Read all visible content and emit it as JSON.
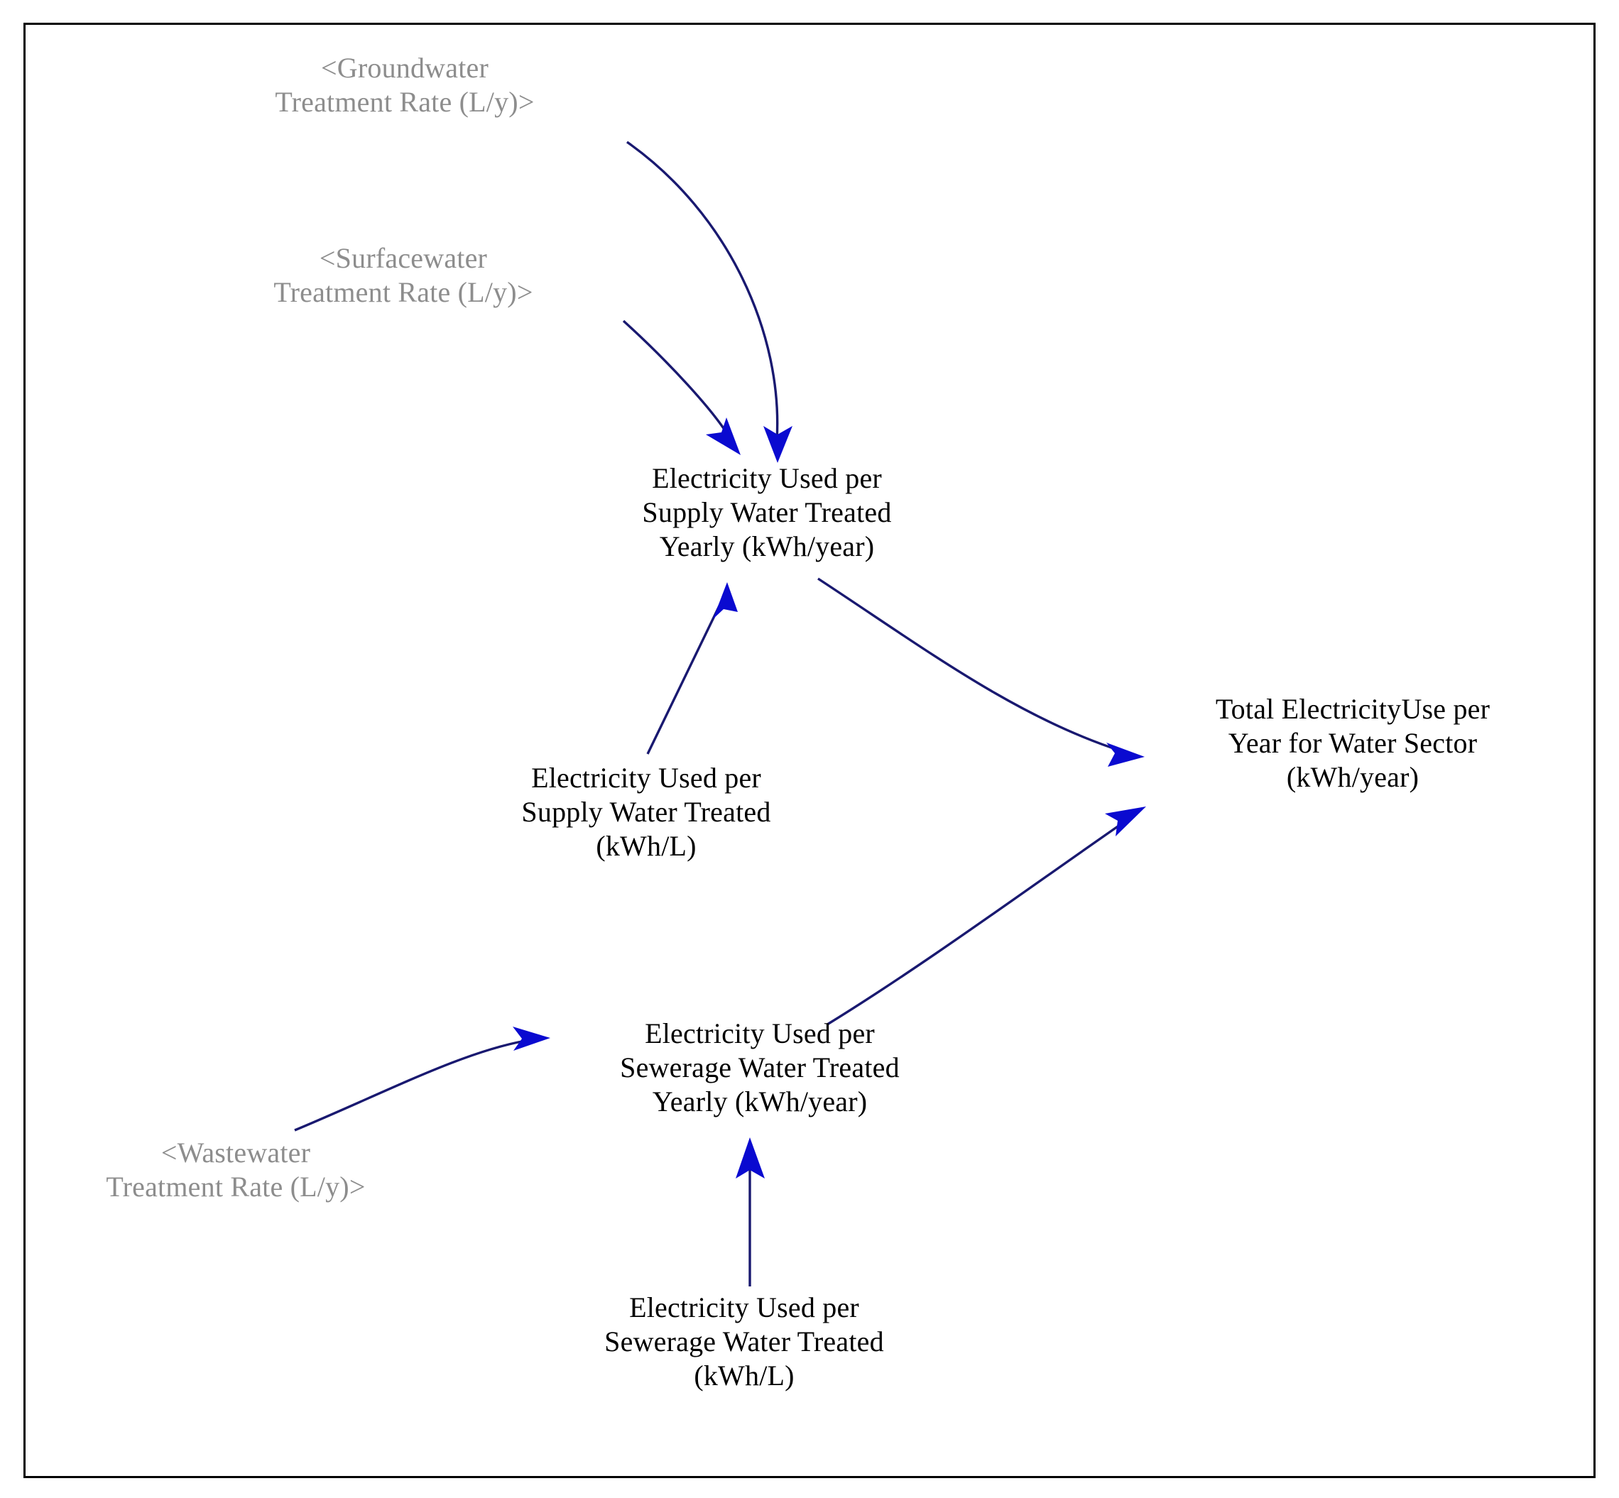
{
  "diagram": {
    "title_present": false,
    "type": "causal-loop-stock-flow",
    "background_color": "#ffffff",
    "border_color": "#000000",
    "variable_text_color": "#000000",
    "shadow_text_color": "#8d8d8d",
    "arrow_line_color": "#191970",
    "arrow_head_color": "#0a0ad0",
    "nodes": [
      {
        "id": "groundwater_rate",
        "kind": "shadow-variable",
        "label": "<Groundwater\nTreatment Rate (L/y)>"
      },
      {
        "id": "surfacewater_rate",
        "kind": "shadow-variable",
        "label": "<Surfacewater\nTreatment Rate (L/y)>"
      },
      {
        "id": "elec_supply_yearly",
        "kind": "variable",
        "label": "Electricity Used per\nSupply Water Treated\nYearly (kWh/year)"
      },
      {
        "id": "elec_supply_intensity",
        "kind": "variable",
        "label": "Electricity Used per\nSupply Water Treated\n(kWh/L)"
      },
      {
        "id": "total_electricity",
        "kind": "variable",
        "label": "Total ElectricityUse per\nYear for Water Sector\n(kWh/year)"
      },
      {
        "id": "elec_sewerage_yearly",
        "kind": "variable",
        "label": "Electricity Used per\nSewerage Water Treated\nYearly (kWh/year)"
      },
      {
        "id": "elec_sewerage_intensity",
        "kind": "variable",
        "label": "Electricity Used per\nSewerage Water Treated\n(kWh/L)"
      },
      {
        "id": "wastewater_rate",
        "kind": "shadow-variable",
        "label": "<Wastewater\nTreatment Rate (L/y)>"
      }
    ],
    "edges": [
      {
        "id": "e1",
        "from": "groundwater_rate",
        "to": "elec_supply_yearly"
      },
      {
        "id": "e2",
        "from": "surfacewater_rate",
        "to": "elec_supply_yearly"
      },
      {
        "id": "e3",
        "from": "elec_supply_intensity",
        "to": "elec_supply_yearly"
      },
      {
        "id": "e4",
        "from": "elec_supply_yearly",
        "to": "total_electricity"
      },
      {
        "id": "e5",
        "from": "elec_sewerage_yearly",
        "to": "total_electricity"
      },
      {
        "id": "e6",
        "from": "wastewater_rate",
        "to": "elec_sewerage_yearly"
      },
      {
        "id": "e7",
        "from": "elec_sewerage_intensity",
        "to": "elec_sewerage_yearly"
      }
    ]
  }
}
